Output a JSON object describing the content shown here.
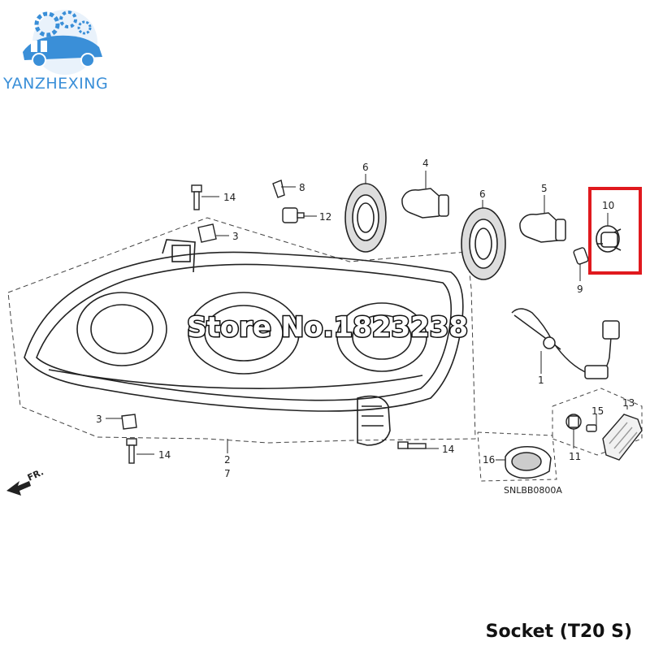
{
  "brand": {
    "name": "YANZHEXING"
  },
  "watermark": {
    "text": "Store No.1823238"
  },
  "caption": {
    "text": "Socket (T20 S)"
  },
  "diagram": {
    "code": "SNLBB0800A",
    "direction_label": "FR."
  },
  "callouts": {
    "c1": "1",
    "c2": "2",
    "c3a": "3",
    "c3b": "3",
    "c4": "4",
    "c5": "5",
    "c6a": "6",
    "c6b": "6",
    "c7": "7",
    "c8": "8",
    "c9": "9",
    "c10": "10",
    "c11": "11",
    "c12": "12",
    "c13": "13",
    "c14a": "14",
    "c14b": "14",
    "c14c": "14",
    "c15": "15",
    "c16": "16"
  },
  "highlight": {
    "part": "10",
    "color": "#e0191e"
  },
  "colors": {
    "brand": "#3a8fd8",
    "line": "#222222"
  }
}
